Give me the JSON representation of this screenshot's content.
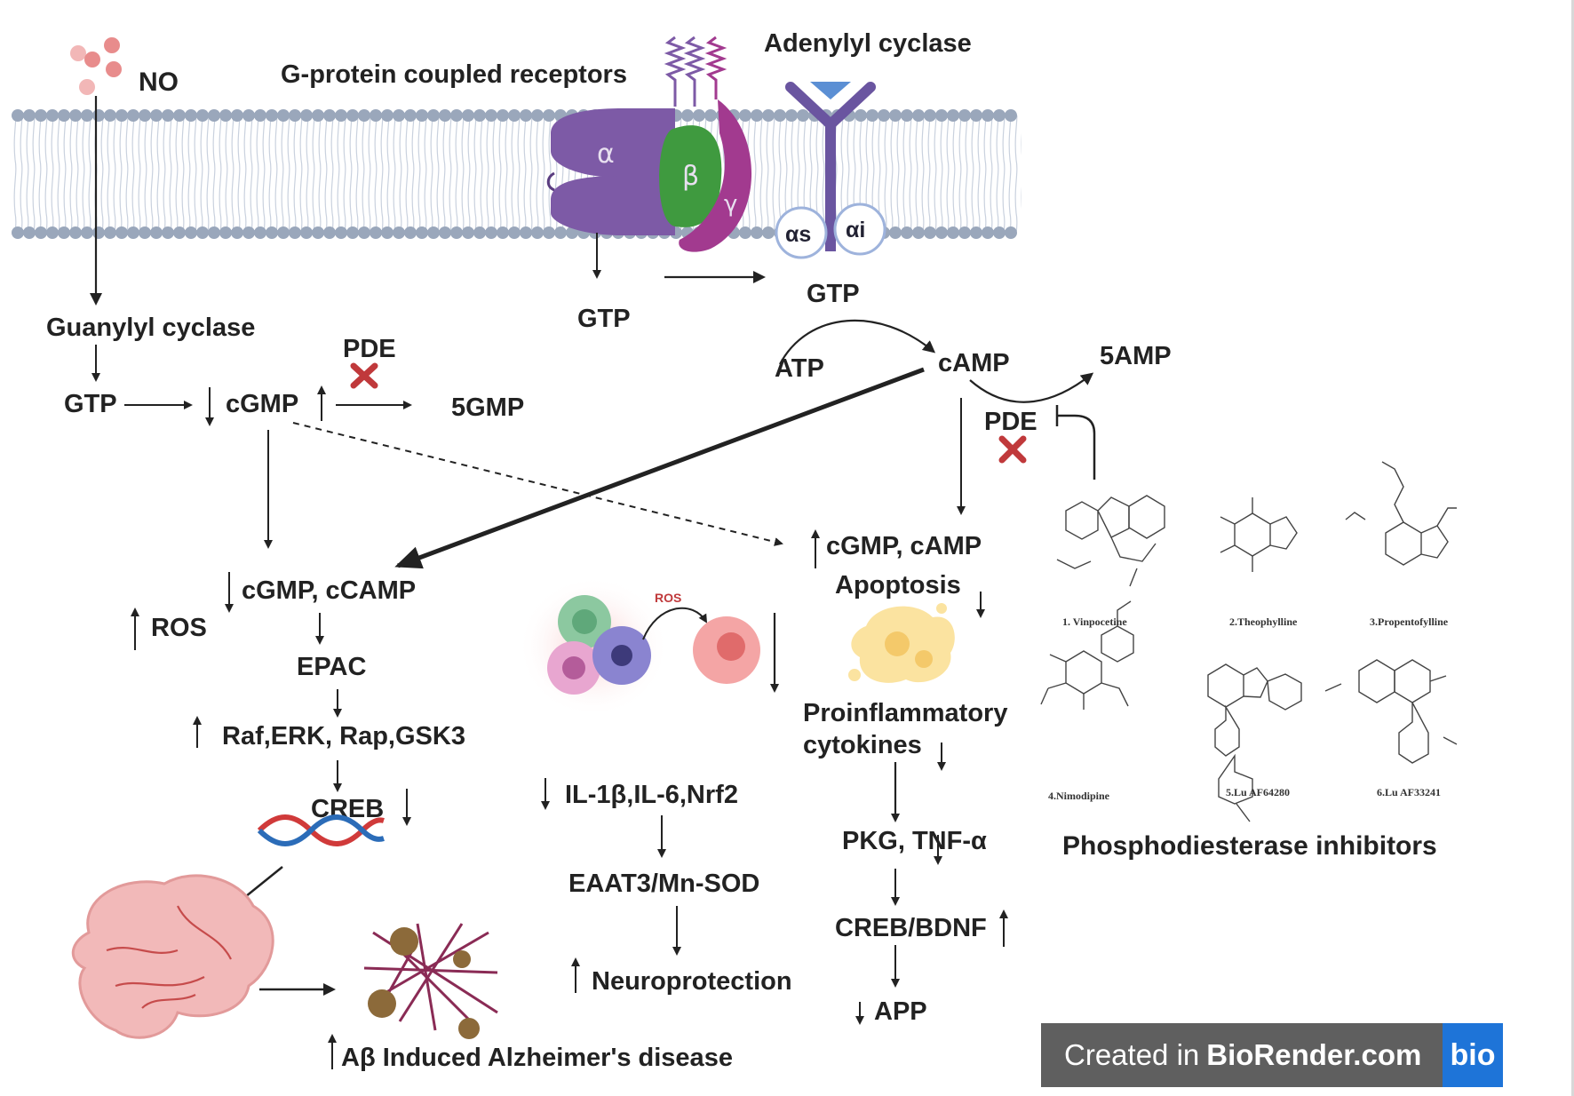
{
  "labels": {
    "no": "NO",
    "gpcr": "G-protein coupled receptors",
    "adenylyl_cyclase": "Adenylyl cyclase",
    "guanylyl_cyclase": "Guanylyl cyclase",
    "gtp_left": "GTP",
    "cgmp": "cGMP",
    "pde_left": "PDE",
    "fivegmp": "5GMP",
    "gtp_center": "GTP",
    "gtp_right": "GTP",
    "atp": "ATP",
    "camp": "cAMP",
    "fiveamp": "5AMP",
    "pde_right": "PDE",
    "cgmp_ccamp": "cGMP, cCAMP",
    "ros": "ROS",
    "epac": "EPAC",
    "raf_erk": "Raf,ERK,  Rap,GSK3",
    "creb": "CREB",
    "abeta": "Aβ Induced Alzheimer's disease",
    "ros_small": "ROS",
    "il": "IL-1β,IL-6,Nrf2",
    "eaat3": "EAAT3/Mn-SOD",
    "neuroprotection": "Neuroprotection",
    "cgmp_camp": "cGMP, cAMP",
    "apoptosis": "Apoptosis",
    "proinflammatory_1": "Proinflammatory",
    "proinflammatory_2": "cytokines",
    "pkg_tnf": "PKG, TNF-α",
    "creb_bdnf": "CREB/BDNF",
    "app": "APP",
    "pde_inhibitors": "Phosphodiesterase inhibitors",
    "alpha": "α",
    "beta": "β",
    "gamma": "γ",
    "alpha_s": "αs",
    "alpha_i": "αi"
  },
  "structures": [
    "1. Vinpocetine",
    "2.Theophylline",
    "3.Propentofylline",
    "4.Nimodipine",
    "5.Lu AF64280",
    "6.Lu AF33241"
  ],
  "badge": {
    "prefix": "Created in",
    "brand": "BioRender.com",
    "logo": "bio"
  },
  "colors": {
    "membrane": "#9aa7bb",
    "g_alpha": "#7d5aa6",
    "g_beta": "#3f9a3f",
    "g_gamma": "#a23a8f",
    "cyclase": "#6a55a0",
    "cyclase_cap": "#5b8fd4",
    "inhibit_x": "#c0393b",
    "creb_dna_red": "#d03a3a",
    "creb_dna_blue": "#2b6cb8",
    "brain": "#f2b9b9",
    "plaque": "#8a2b55",
    "badge_bg": "#5f5f5f",
    "badge_logo": "#1e74d8"
  }
}
